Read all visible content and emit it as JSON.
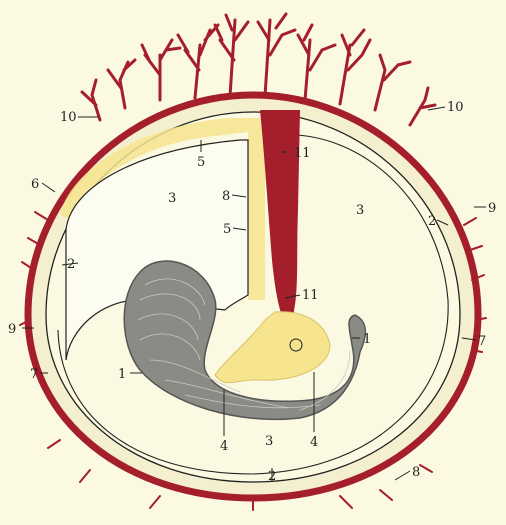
{
  "colors": {
    "background": "#fbf9e1",
    "blood_red": "#a51e2b",
    "yolk_yellow": "#f6e48e",
    "embryo_grey": "#8b8b86",
    "outline": "#222222"
  },
  "labels": {
    "n1a": "1",
    "n1b": "1",
    "n2a": "2",
    "n2b": "2",
    "n2c": "2",
    "n3a": "3",
    "n3b": "3",
    "n3c": "3",
    "n4a": "4",
    "n4b": "4",
    "n5a": "5",
    "n5b": "5",
    "n6": "6",
    "n7a": "7",
    "n7b": "7",
    "n8a": "8",
    "n8b": "8",
    "n9a": "9",
    "n9b": "9",
    "n10a": "10",
    "n10b": "10",
    "n11a": "11",
    "n11b": "11"
  }
}
